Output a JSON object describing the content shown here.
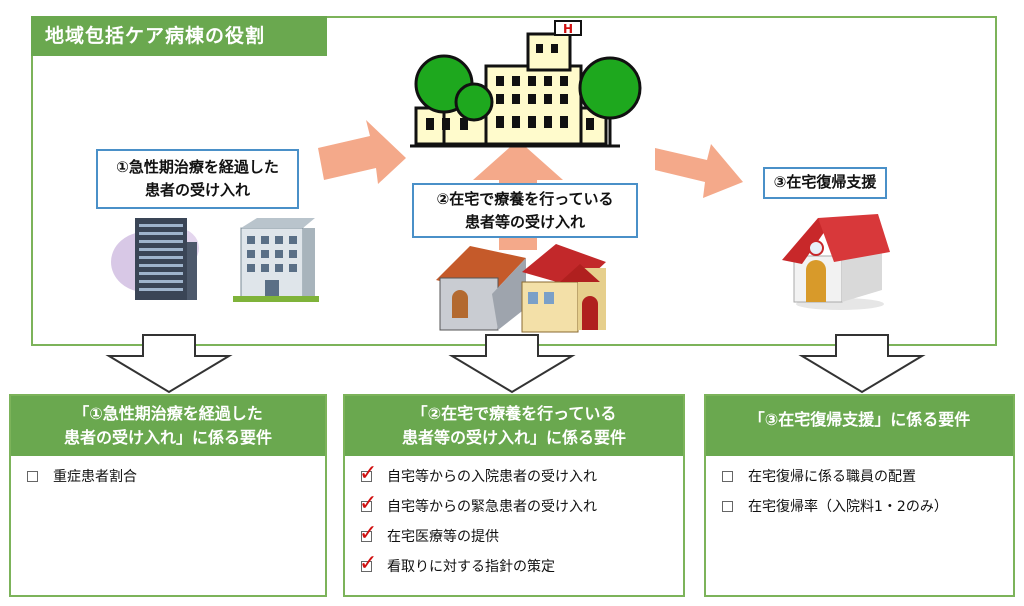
{
  "frame": {
    "title": "地域包括ケア病棟の役割"
  },
  "roles": {
    "role1": {
      "line1": "①急性期治療を経過した",
      "line2": "患者の受け入れ"
    },
    "role2": {
      "line1": "②在宅で療養を行っている",
      "line2": "患者等の受け入れ"
    },
    "role3": {
      "line1": "③在宅復帰支援"
    }
  },
  "requirements": [
    {
      "head_line1": "「①急性期治療を経過した",
      "head_line2": "患者の受け入れ」に係る要件",
      "items": [
        {
          "text": "重症患者割合",
          "mark": "checkbox"
        }
      ]
    },
    {
      "head_line1": "「②在宅で療養を行っている",
      "head_line2": "患者等の受け入れ」に係る要件",
      "items": [
        {
          "text": "自宅等からの入院患者の受け入れ",
          "mark": "check"
        },
        {
          "text": "自宅等からの緊急患者の受け入れ",
          "mark": "check"
        },
        {
          "text": "在宅医療等の提供",
          "mark": "check"
        },
        {
          "text": "看取りに対する指針の策定",
          "mark": "check"
        }
      ]
    },
    {
      "head_line1": "「③在宅復帰支援」に係る要件",
      "head_line2": "",
      "items": [
        {
          "text": "在宅復帰に係る職員の配置",
          "mark": "checkbox"
        },
        {
          "text": "在宅復帰率（入院料1・2のみ）",
          "mark": "checkbox"
        }
      ]
    }
  ],
  "colors": {
    "green": "#6aa84f",
    "blue_border": "#4a90c8",
    "arrow_salmon": "#f4a98a",
    "check_red": "#d01010"
  }
}
